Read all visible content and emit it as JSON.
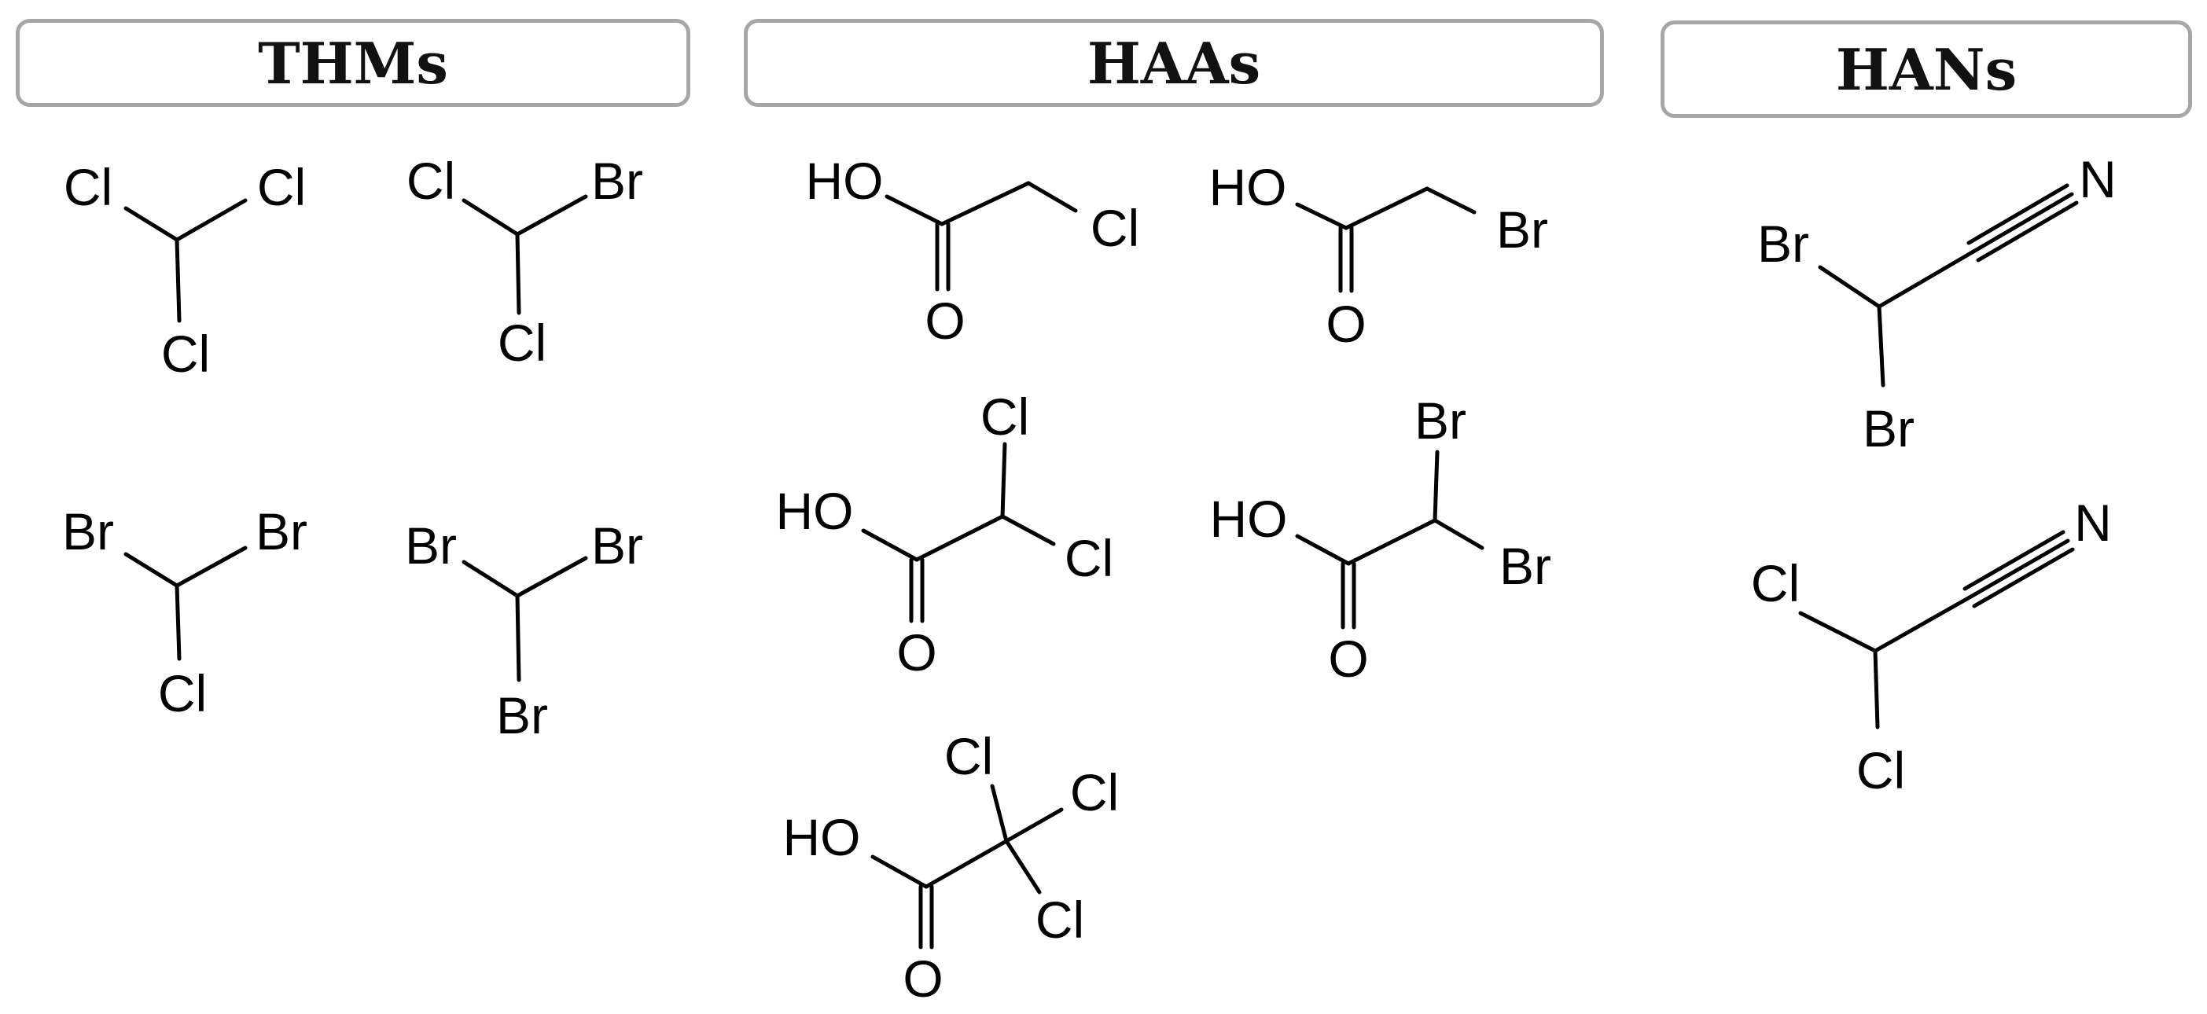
{
  "headers": {
    "thms": "THMs",
    "haas": "HAAs",
    "hans": "HANs"
  },
  "molecules": {
    "chcl3": {
      "a": "Cl",
      "b": "Cl",
      "c": "Cl"
    },
    "chbrcl2": {
      "a": "Cl",
      "b": "Br",
      "c": "Cl"
    },
    "chbr2cl": {
      "a": "Br",
      "b": "Br",
      "c": "Cl"
    },
    "chbr3": {
      "a": "Br",
      "b": "Br",
      "c": "Br"
    },
    "mcaa": {
      "oh": "HO",
      "o": "O",
      "x": "Cl"
    },
    "mbaa": {
      "oh": "HO",
      "o": "O",
      "x": "Br"
    },
    "dcaa": {
      "oh": "HO",
      "o": "O",
      "x1": "Cl",
      "x2": "Cl"
    },
    "dbaa": {
      "oh": "HO",
      "o": "O",
      "x1": "Br",
      "x2": "Br"
    },
    "tcaa": {
      "oh": "HO",
      "o": "O",
      "x1": "Cl",
      "x2": "Cl",
      "x3": "Cl"
    },
    "dban": {
      "x1": "Br",
      "x2": "Br",
      "n": "N"
    },
    "dcan": {
      "x1": "Cl",
      "x2": "Cl",
      "n": "N"
    }
  }
}
